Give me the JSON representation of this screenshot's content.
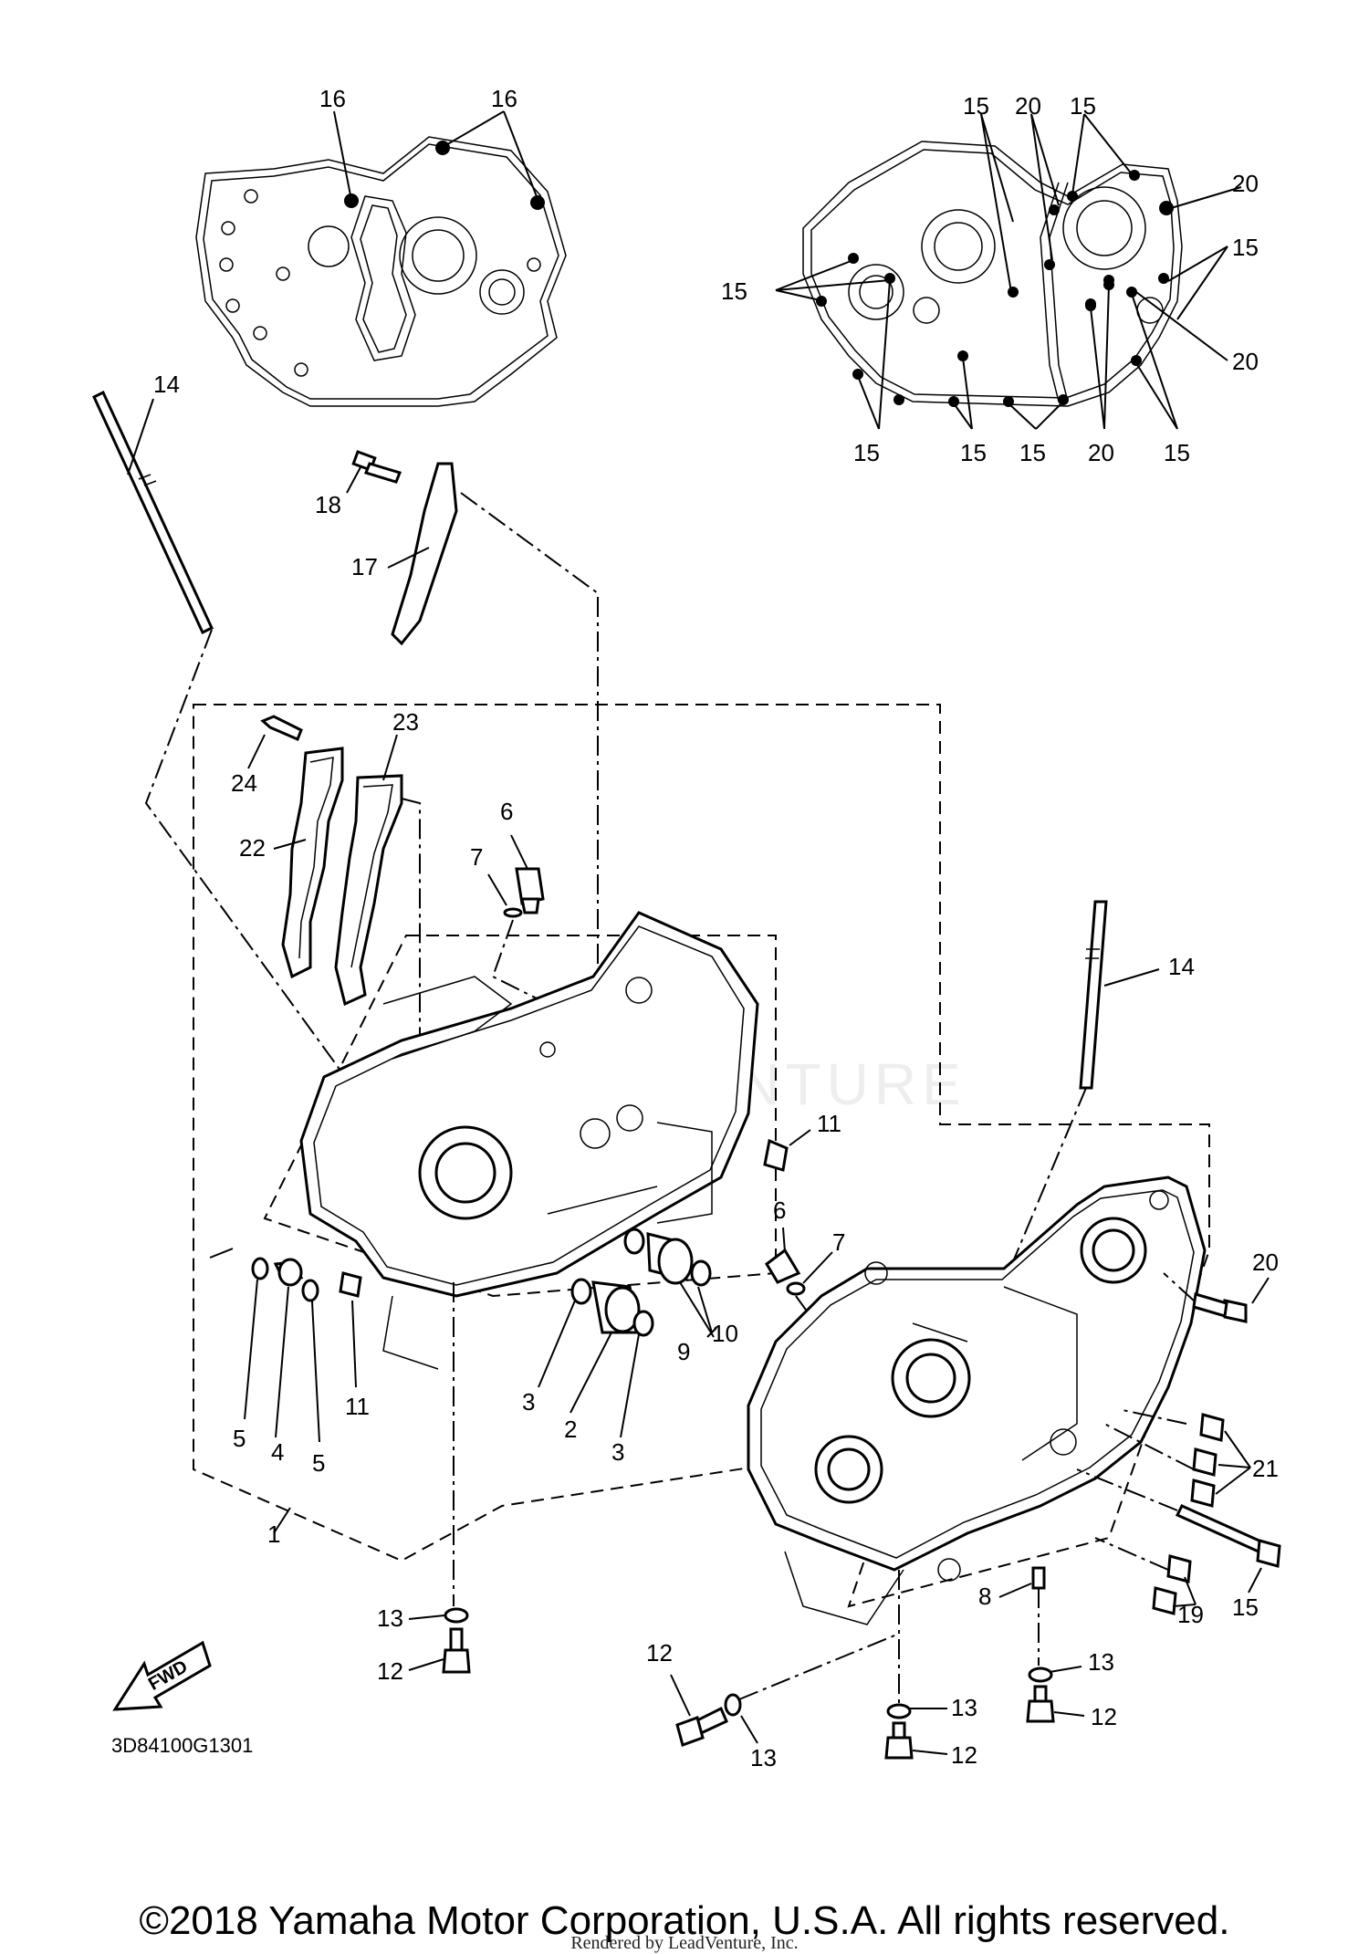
{
  "diagram": {
    "part_code": "3D84100G1301",
    "copyright": "©2018 Yamaha Motor Corporation, U.S.A. All rights reserved.",
    "rendered_by": "Rendered by LeadVenture, Inc.",
    "fwd_label": "FWD",
    "watermark_text": "ADVENTURE",
    "callouts": {
      "c1": "1",
      "c2": "2",
      "c3": "3",
      "c4": "4",
      "c5": "5",
      "c6": "6",
      "c7": "7",
      "c8": "8",
      "c9": "9",
      "c10": "10",
      "c11": "11",
      "c12": "12",
      "c13": "13",
      "c14": "14",
      "c15": "15",
      "c16": "16",
      "c17": "17",
      "c18": "18",
      "c19": "19",
      "c20": "20",
      "c21": "21",
      "c22": "22",
      "c23": "23",
      "c24": "24"
    }
  }
}
